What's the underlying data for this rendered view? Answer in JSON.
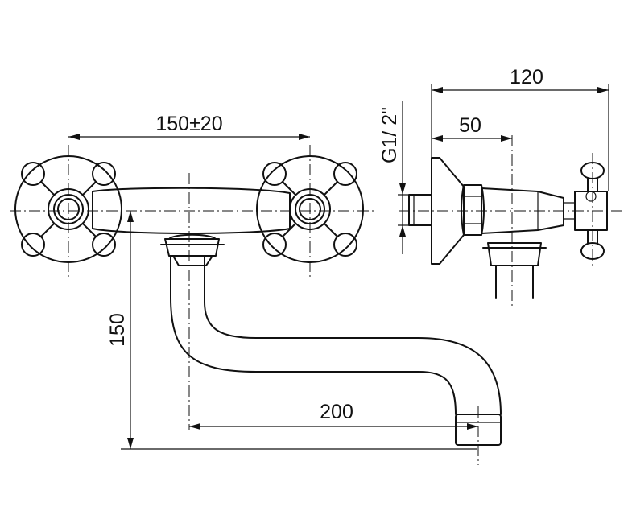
{
  "dimensions": {
    "handle_spacing": "150±20",
    "spout_reach": "200",
    "spout_height": "150",
    "total_depth": "120",
    "inlet_depth": "50",
    "thread_size": "G1/ 2\""
  }
}
